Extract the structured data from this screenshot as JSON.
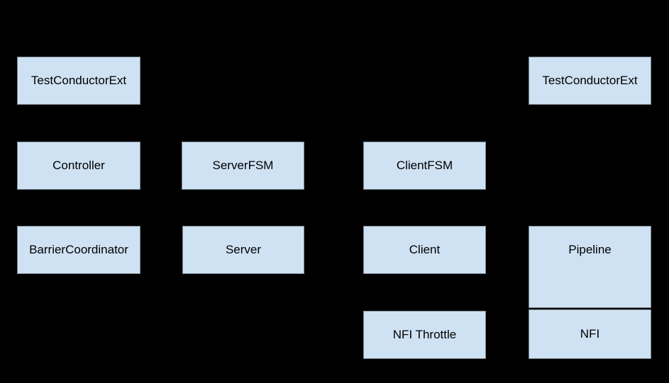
{
  "colors": {
    "background": "#000000",
    "node_fill": "#cfe2f3",
    "node_border": "#000000",
    "node_text": "#000000"
  },
  "nodes": {
    "test_conductor_ext_left": "TestConductorExt",
    "test_conductor_ext_right": "TestConductorExt",
    "controller": "Controller",
    "server_fsm": "ServerFSM",
    "client_fsm": "ClientFSM",
    "barrier_coordinator": "BarrierCoordinator",
    "server": "Server",
    "client": "Client",
    "pipeline": "Pipeline",
    "nfi_throttle": "NFI Throttle",
    "nfi": "NFI"
  }
}
